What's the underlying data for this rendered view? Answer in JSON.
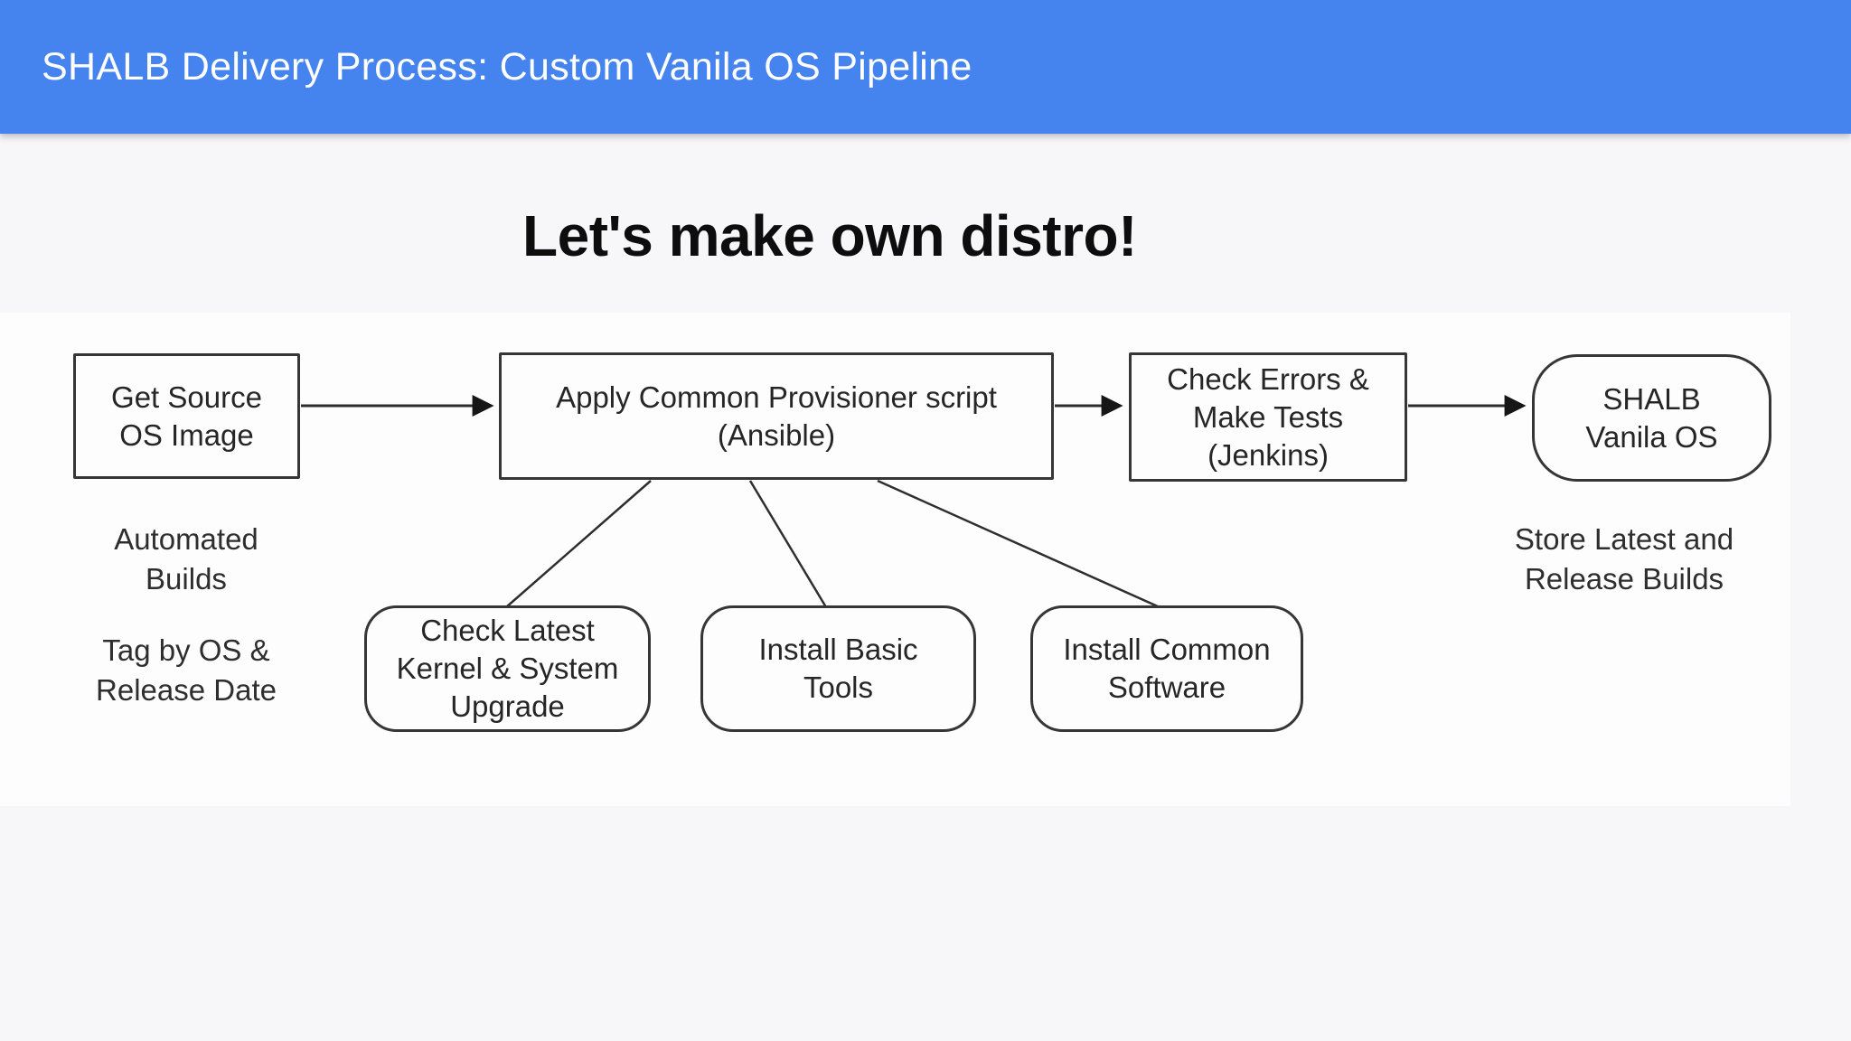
{
  "app": {
    "header_title": "SHALB Delivery Process: Custom Vanila OS Pipeline"
  },
  "slide": {
    "title": "Let's make own distro!",
    "nodes": {
      "get_source": {
        "shape": "rect",
        "lines": [
          "Get Source",
          "OS Image"
        ]
      },
      "apply_provisioner": {
        "shape": "rect",
        "lines": [
          "Apply Common Provisioner script",
          "(Ansible)"
        ]
      },
      "check_errors": {
        "shape": "rect",
        "lines": [
          "Check Errors &",
          "Make Tests",
          "(Jenkins)"
        ]
      },
      "shalb_vanila": {
        "shape": "rounded",
        "lines": [
          "SHALB",
          "Vanila OS"
        ]
      },
      "check_kernel": {
        "shape": "rounded",
        "lines": [
          "Check Latest",
          "Kernel & System",
          "Upgrade"
        ]
      },
      "install_basic": {
        "shape": "rounded",
        "lines": [
          "Install Basic",
          "Tools"
        ]
      },
      "install_common": {
        "shape": "rounded",
        "lines": [
          "Install Common",
          "Software"
        ]
      }
    },
    "annotations": {
      "automated_builds": [
        "Automated",
        "Builds"
      ],
      "tag_by_os": [
        "Tag by OS &",
        "Release Date"
      ],
      "store_latest": [
        "Store Latest and",
        "Release Builds"
      ]
    },
    "edges": [
      {
        "from": "get_source",
        "to": "check_errors_via_provisioner_ignore",
        "type": "unused"
      },
      {
        "from": "get_source",
        "to": "apply_provisioner",
        "type": "arrow"
      },
      {
        "from": "apply_provisioner",
        "to": "check_errors",
        "type": "arrow"
      },
      {
        "from": "check_errors",
        "to": "shalb_vanila",
        "type": "arrow"
      },
      {
        "from": "apply_provisioner",
        "to": "check_kernel",
        "type": "line"
      },
      {
        "from": "apply_provisioner",
        "to": "install_basic",
        "type": "line"
      },
      {
        "from": "apply_provisioner",
        "to": "install_common",
        "type": "line"
      }
    ]
  },
  "colors": {
    "header_bg": "#4584ee",
    "header_text": "#ffffff",
    "page_bg": "#f7f6f9",
    "slide_bg": "#fdfdfe",
    "stroke": "#2e2e2e",
    "text": "#262626"
  }
}
